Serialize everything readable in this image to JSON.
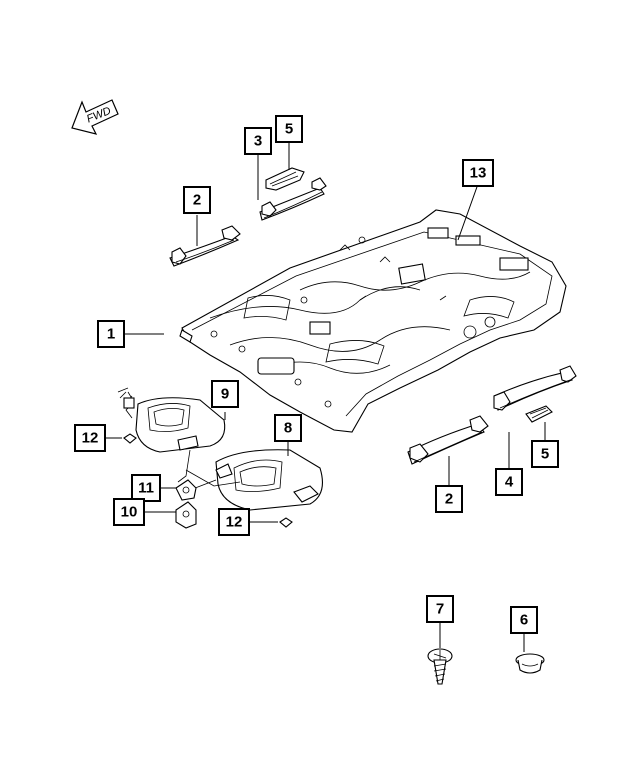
{
  "fwd_label": "FWD",
  "callouts": [
    {
      "id": "c2a",
      "label": "2"
    },
    {
      "id": "c3",
      "label": "3"
    },
    {
      "id": "c5a",
      "label": "5"
    },
    {
      "id": "c13",
      "label": "13"
    },
    {
      "id": "c1",
      "label": "1"
    },
    {
      "id": "c9",
      "label": "9"
    },
    {
      "id": "c8",
      "label": "8"
    },
    {
      "id": "c12a",
      "label": "12"
    },
    {
      "id": "c11",
      "label": "11"
    },
    {
      "id": "c10",
      "label": "10"
    },
    {
      "id": "c12b",
      "label": "12"
    },
    {
      "id": "c2b",
      "label": "2"
    },
    {
      "id": "c4",
      "label": "4"
    },
    {
      "id": "c5b",
      "label": "5"
    },
    {
      "id": "c7",
      "label": "7"
    },
    {
      "id": "c6",
      "label": "6"
    }
  ]
}
